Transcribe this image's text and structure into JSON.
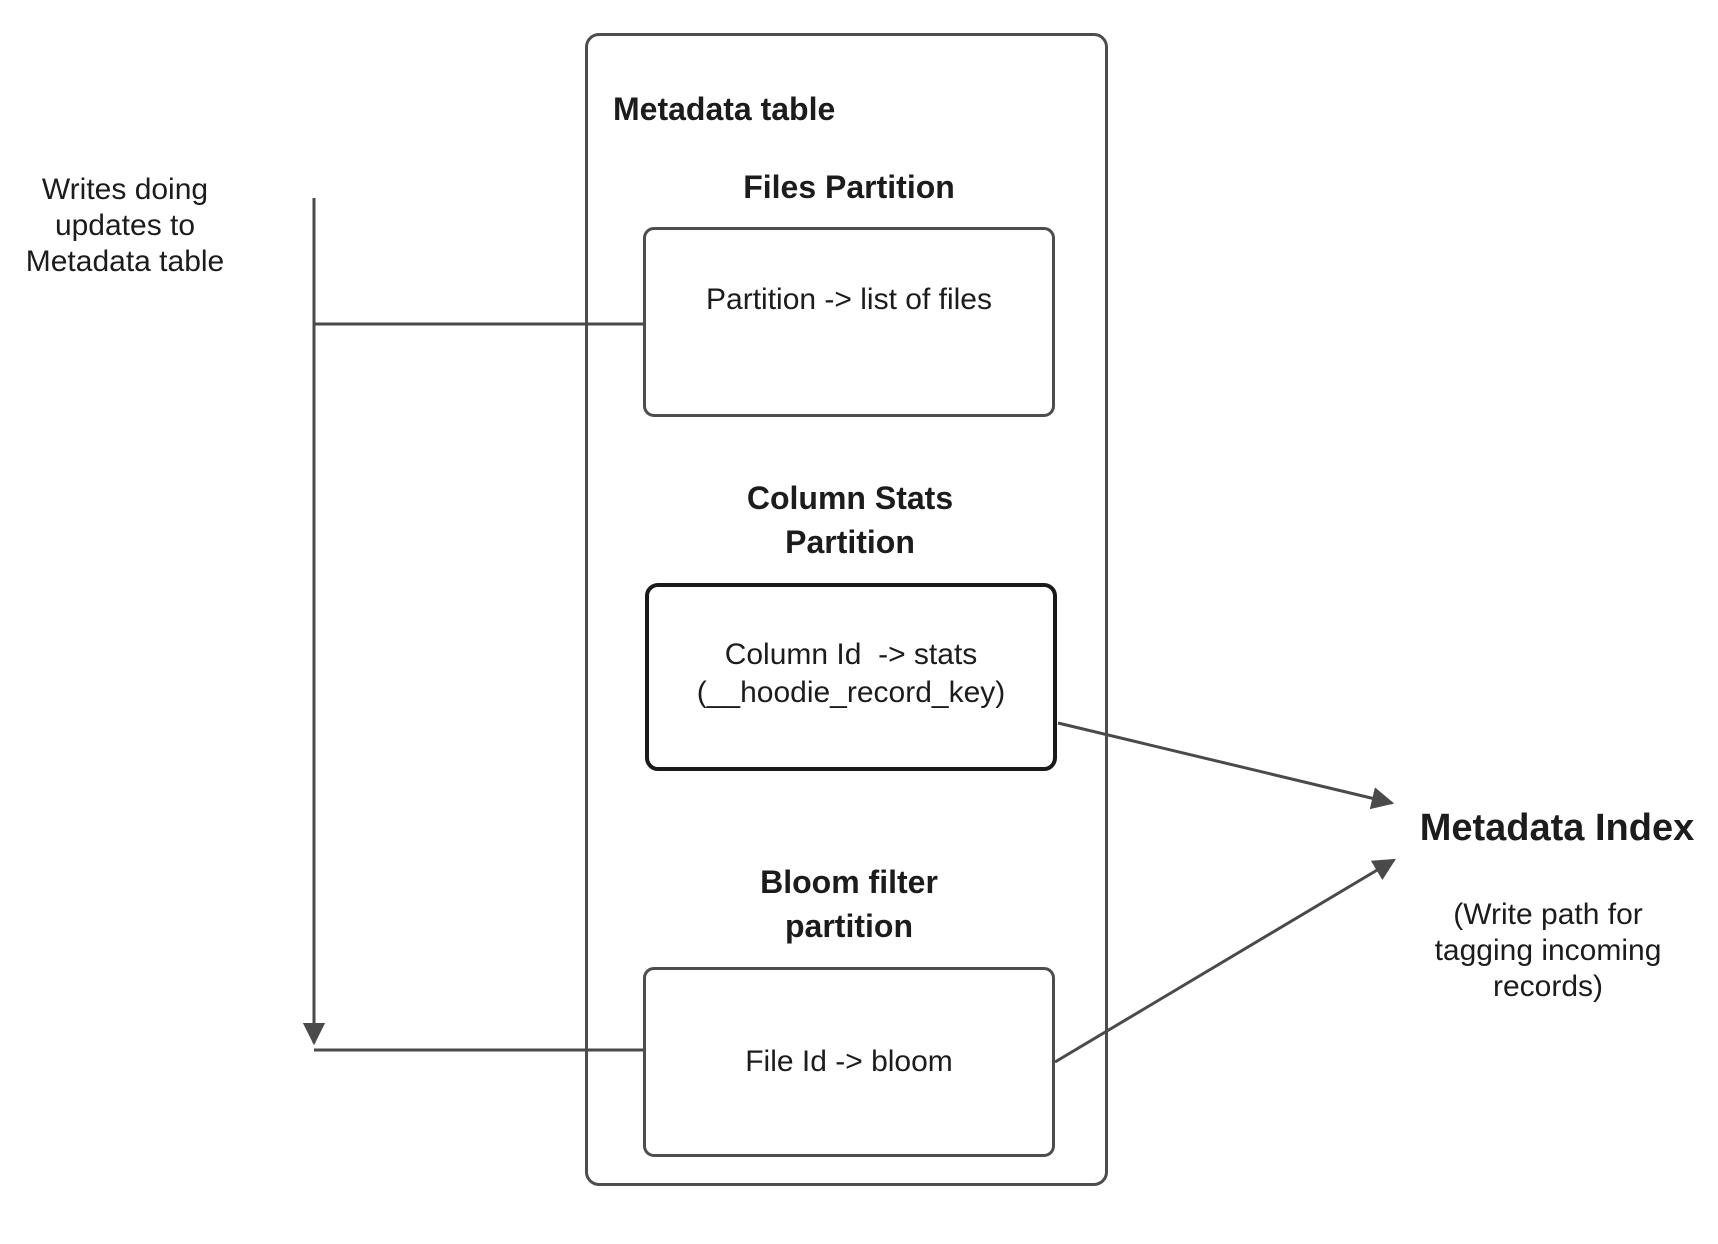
{
  "diagram": {
    "left_label": {
      "text": "Writes doing\nupdates to\nMetadata table"
    },
    "metadata_table": {
      "title": "Metadata table",
      "sections": [
        {
          "heading": "Files Partition",
          "box_text": "Partition -> list of files"
        },
        {
          "heading": "Column Stats\nPartition",
          "box_text": "Column Id  -> stats\n(__hoodie_record_key)"
        },
        {
          "heading": "Bloom filter\npartition",
          "box_text": "File Id -> bloom"
        }
      ]
    },
    "metadata_index": {
      "title": "Metadata Index",
      "subtitle": "(Write path for\ntagging incoming\nrecords)"
    },
    "colors": {
      "line": "#4a4a4a",
      "box_border": "#4d4d4d",
      "emphasis_border": "#1a1a1a",
      "text": "#1c1c1c",
      "background": "#ffffff"
    }
  }
}
